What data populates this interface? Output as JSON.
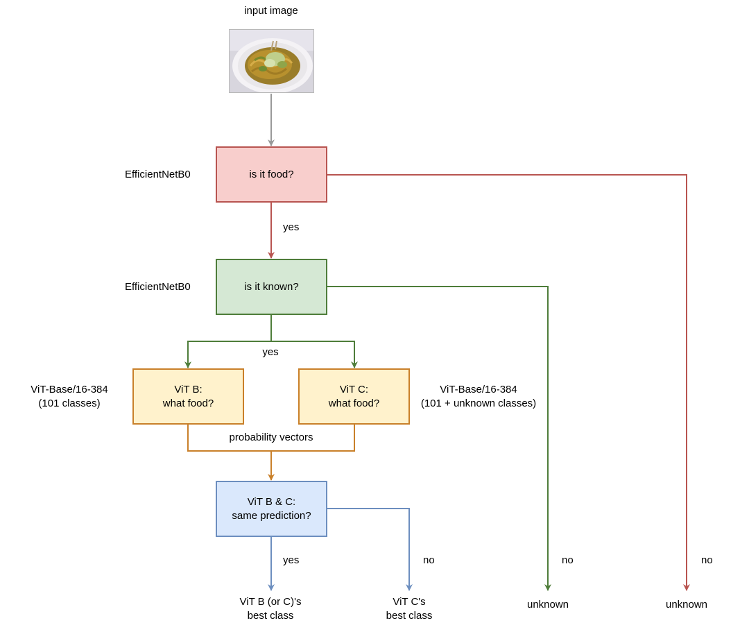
{
  "input": {
    "title": "input image"
  },
  "nodes": {
    "food_check": {
      "text": "is it food?",
      "model": "EfficientNetB0"
    },
    "known_check": {
      "text": "is it known?",
      "model": "EfficientNetB0"
    },
    "vit_b": {
      "line1": "ViT B:",
      "line2": "what food?",
      "model_line1": "ViT-Base/16-384",
      "model_line2": "(101 classes)"
    },
    "vit_c": {
      "line1": "ViT C:",
      "line2": "what food?",
      "model_line1": "ViT-Base/16-384",
      "model_line2": "(101 + unknown classes)"
    },
    "compare": {
      "line1": "ViT B & C:",
      "line2": "same prediction?"
    }
  },
  "edges": {
    "food_yes": "yes",
    "known_yes": "yes",
    "prob_vectors": "probability  vectors",
    "same_yes": "yes",
    "same_no": "no",
    "known_no": "no",
    "food_no": "no"
  },
  "outputs": {
    "b_or_c_line1": "ViT B (or C)'s",
    "b_or_c_line2": "best class",
    "c_best_line1": "ViT C's",
    "c_best_line2": "best class",
    "unknown_known": "unknown",
    "unknown_food": "unknown"
  },
  "colors": {
    "gray_arrow": "#999999",
    "red": "#b85450",
    "green": "#4e7d3a",
    "orange": "#c9802a",
    "blue": "#6c8ebf"
  }
}
